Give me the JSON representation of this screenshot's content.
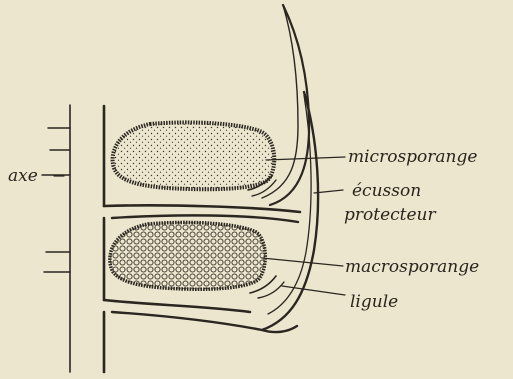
{
  "labels": {
    "axis": "axe",
    "microsporangium": "microsporange",
    "shield_line1": "écusson",
    "shield_line2": "protecteur",
    "macrosporangium": "macrosporange",
    "ligule": "ligule"
  },
  "colors": {
    "paper": "#ece6cf",
    "ink": "#2b2620"
  }
}
